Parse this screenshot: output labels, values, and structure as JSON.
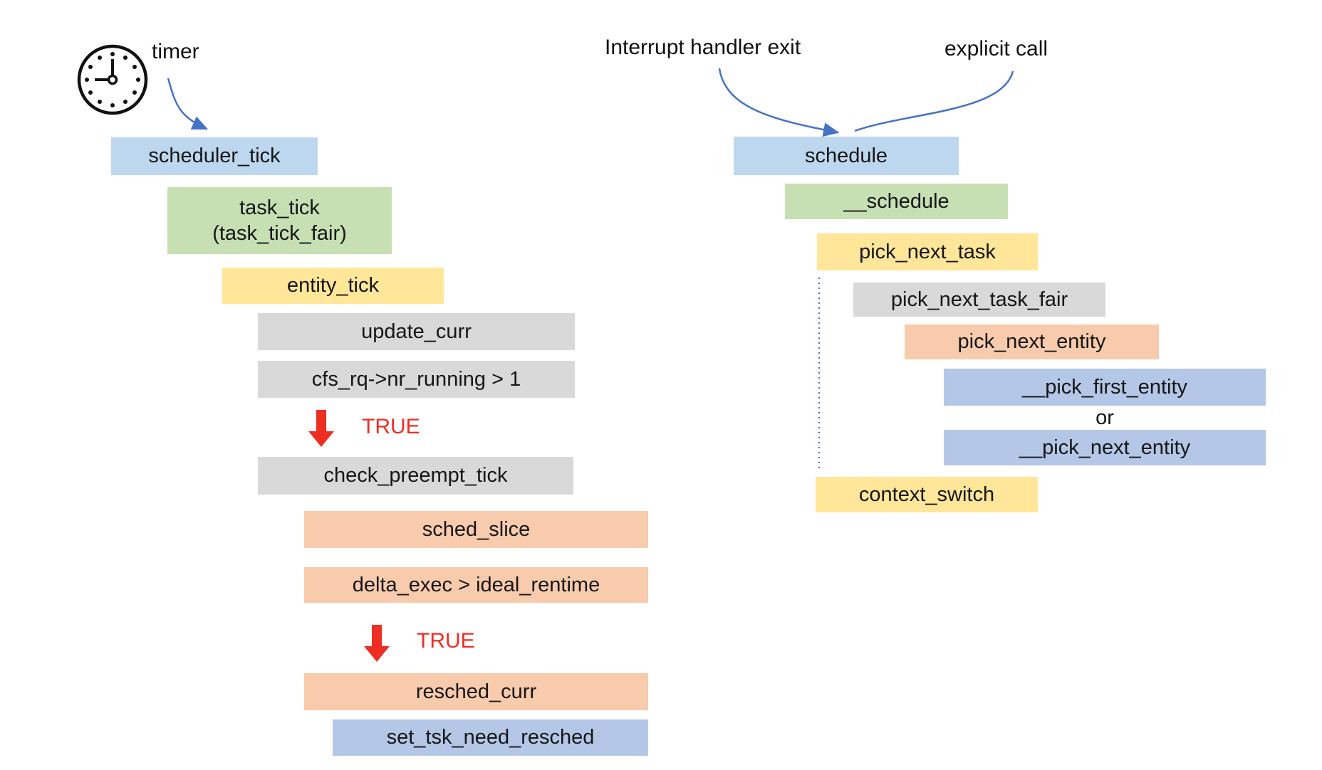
{
  "colors": {
    "background": "#ffffff",
    "box_blue_light": "#bdd7ee",
    "box_blue_periwinkle": "#b4c7e7",
    "box_green": "#c6e0b4",
    "box_yellow": "#ffe699",
    "box_gray": "#d9d9d9",
    "box_orange": "#f8cbad",
    "arrow_blue": "#4472c4",
    "arrow_red": "#ee2e23",
    "text": "#161616"
  },
  "icons": {
    "trigger": "clock-icon"
  },
  "left_flow": {
    "trigger_label": "timer",
    "boxes": [
      {
        "id": "scheduler_tick",
        "label": "scheduler_tick",
        "color": "#bdd7ee"
      },
      {
        "id": "task_tick",
        "label": "task_tick",
        "sublabel": "(task_tick_fair)",
        "color": "#c6e0b4"
      },
      {
        "id": "entity_tick",
        "label": "entity_tick",
        "color": "#ffe699"
      },
      {
        "id": "update_curr",
        "label": "update_curr",
        "color": "#d9d9d9"
      },
      {
        "id": "nr_running_check",
        "label": "cfs_rq->nr_running > 1",
        "color": "#d9d9d9"
      },
      {
        "id": "check_preempt_tick",
        "label": "check_preempt_tick",
        "color": "#d9d9d9"
      },
      {
        "id": "sched_slice",
        "label": "sched_slice",
        "color": "#f8cbad"
      },
      {
        "id": "delta_exec_check",
        "label": "delta_exec > ideal_rentime",
        "color": "#f8cbad"
      },
      {
        "id": "resched_curr",
        "label": "resched_curr",
        "color": "#f8cbad"
      },
      {
        "id": "set_tsk_need_resched",
        "label": "set_tsk_need_resched",
        "color": "#b4c7e7"
      }
    ],
    "branch_labels": {
      "first_true": "TRUE",
      "second_true": "TRUE"
    }
  },
  "right_flow": {
    "triggers": {
      "interrupt": "Interrupt handler exit",
      "explicit": "explicit call"
    },
    "or_label": "or",
    "boxes": [
      {
        "id": "schedule",
        "label": "schedule",
        "color": "#bdd7ee"
      },
      {
        "id": "__schedule",
        "label": "__schedule",
        "color": "#c6e0b4"
      },
      {
        "id": "pick_next_task",
        "label": "pick_next_task",
        "color": "#ffe699"
      },
      {
        "id": "pick_next_task_fair",
        "label": "pick_next_task_fair",
        "color": "#d9d9d9"
      },
      {
        "id": "pick_next_entity",
        "label": "pick_next_entity",
        "color": "#f8cbad"
      },
      {
        "id": "__pick_first_entity",
        "label": "__pick_first_entity",
        "color": "#b4c7e7"
      },
      {
        "id": "__pick_next_entity",
        "label": "__pick_next_entity",
        "color": "#b4c7e7"
      },
      {
        "id": "context_switch",
        "label": "context_switch",
        "color": "#ffe699"
      }
    ]
  }
}
